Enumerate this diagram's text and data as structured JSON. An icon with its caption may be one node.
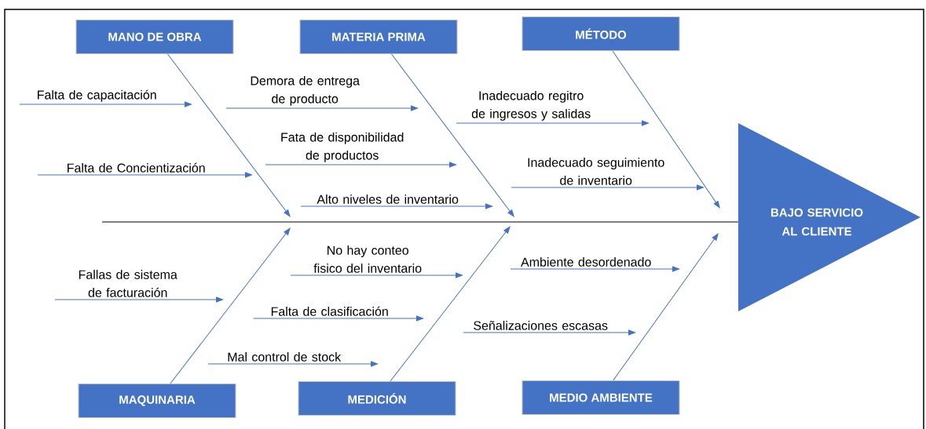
{
  "diagram": {
    "nodes": [
      {
        "text": [
          "MANO DE OBRA"
        ]
      },
      {
        "text": [
          "MATERIA PRIMA"
        ]
      },
      {
        "text": [
          "MÉTODO"
        ]
      },
      {
        "text": [
          "MAQUINARIA"
        ]
      },
      {
        "text": [
          "MEDICIÓN"
        ]
      },
      {
        "text": [
          "MEDIO AMBIENTE"
        ]
      },
      {
        "text": [
          "BAJO SERVICIO AL CLIENTE"
        ]
      },
      {
        "text": [
          "Falta de capacitación"
        ]
      },
      {
        "text": [
          "Falta de Concientización"
        ]
      },
      {
        "text": [
          "Demora de entrega de producto"
        ]
      },
      {
        "text": [
          "Fata de disponibilidad de productos"
        ]
      },
      {
        "text": [
          "Alto niveles de inventario"
        ]
      },
      {
        "text": [
          "Inadecuado regitro de ingresos y salidas"
        ]
      },
      {
        "text": [
          "Inadecuado seguimiento de inventario"
        ]
      },
      {
        "text": [
          "Fallas de sistema de facturación"
        ]
      },
      {
        "text": [
          "No hay conteo fisico del inventario"
        ]
      },
      {
        "text": [
          "Falta de clasificación"
        ]
      },
      {
        "text": [
          "Mal control de stock"
        ]
      },
      {
        "text": [
          "Ambiente desordenado"
        ]
      },
      {
        "text": [
          "Señalizaciones escasas"
        ]
      }
    ],
    "edges": [
      {
        "from": 0,
        "to": null,
        "arrow": "to"
      },
      {
        "from": 1,
        "to": null,
        "arrow": "to"
      },
      {
        "from": 2,
        "to": null,
        "arrow": "to"
      },
      {
        "from": 3,
        "to": null,
        "arrow": "to"
      },
      {
        "from": 4,
        "to": null,
        "arrow": "to"
      },
      {
        "from": 5,
        "to": null,
        "arrow": "to"
      },
      {
        "from": null,
        "to": 6,
        "arrow": "none",
        "color": "#000000"
      },
      {
        "from": 7,
        "to": null,
        "arrow": "to"
      },
      {
        "from": 8,
        "to": null,
        "arrow": "to"
      },
      {
        "from": 9,
        "to": null,
        "arrow": "to"
      },
      {
        "from": 10,
        "to": null,
        "arrow": "to"
      },
      {
        "from": 11,
        "to": null,
        "arrow": "to"
      },
      {
        "from": 12,
        "to": null,
        "arrow": "to"
      },
      {
        "from": 13,
        "to": null,
        "arrow": "to"
      },
      {
        "from": 14,
        "to": null,
        "arrow": "to"
      },
      {
        "from": 15,
        "to": null,
        "arrow": "to"
      },
      {
        "from": 16,
        "to": null,
        "arrow": "to"
      },
      {
        "from": 17,
        "to": null,
        "arrow": "to"
      },
      {
        "from": 18,
        "to": null,
        "arrow": "to"
      },
      {
        "from": 19,
        "to": null,
        "arrow": "to"
      }
    ]
  }
}
